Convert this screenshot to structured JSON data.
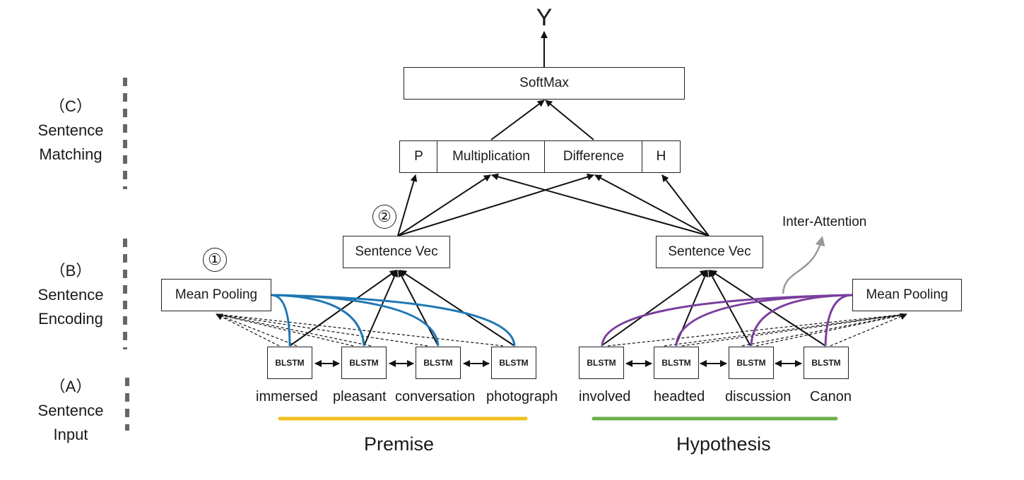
{
  "output": "Y",
  "softmax": "SoftMax",
  "matching": {
    "p": "P",
    "mult": "Multiplication",
    "diff": "Difference",
    "h": "H"
  },
  "encoder": {
    "left_vec": "Sentence Vec",
    "right_vec": "Sentence Vec",
    "left_pool": "Mean Pooling",
    "right_pool": "Mean Pooling",
    "attention": "Inter-Attention",
    "marker1": "①",
    "marker2": "②"
  },
  "blstm": "BLSTM",
  "premise_words": [
    "immersed",
    "pleasant",
    "conversation",
    "photograph"
  ],
  "hypothesis_words": [
    "involved",
    "headted",
    "discussion",
    "Canon"
  ],
  "premise_label": "Premise",
  "hypothesis_label": "Hypothesis",
  "layers": {
    "c": {
      "letter": "（C）",
      "line1": "Sentence",
      "line2": "Matching"
    },
    "b": {
      "letter": "（B）",
      "line1": "Sentence",
      "line2": "Encoding"
    },
    "a": {
      "letter": "（A）",
      "line1": "Sentence",
      "line2": "Input"
    }
  },
  "colors": {
    "premise_arc": "#1f77b4",
    "hypothesis_arc": "#7b3f9e",
    "premise_underline": "#f0c020",
    "hypothesis_underline": "#6ab04c",
    "attention_arrow": "#999999"
  }
}
